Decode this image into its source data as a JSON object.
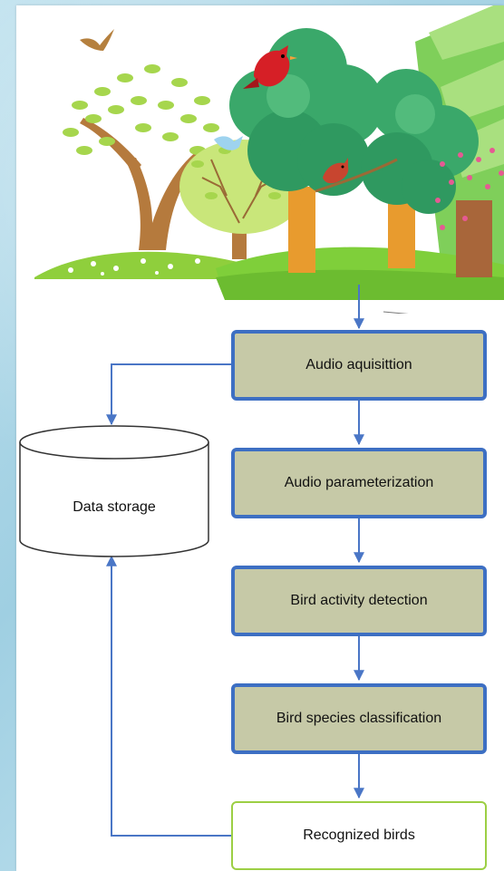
{
  "diagram": {
    "nodes": [
      {
        "id": "audio_acquisition",
        "label": "Audio aquisittion"
      },
      {
        "id": "audio_parameterization",
        "label": "Audio parameterization"
      },
      {
        "id": "bird_activity_detection",
        "label": "Bird activity detection"
      },
      {
        "id": "bird_species_classification",
        "label": "Bird species classification"
      },
      {
        "id": "recognized_birds",
        "label": "Recognized birds"
      },
      {
        "id": "data_storage",
        "label": "Data storage"
      }
    ],
    "edges": [
      [
        "forest_scene",
        "audio_acquisition"
      ],
      [
        "audio_acquisition",
        "audio_parameterization"
      ],
      [
        "audio_parameterization",
        "bird_activity_detection"
      ],
      [
        "bird_activity_detection",
        "bird_species_classification"
      ],
      [
        "bird_species_classification",
        "recognized_birds"
      ],
      [
        "audio_acquisition",
        "data_storage"
      ],
      [
        "recognized_birds",
        "data_storage"
      ]
    ],
    "colors": {
      "process_fill": "#c6c9a7",
      "process_border": "#3d6fc3",
      "result_border": "#9ccf44",
      "arrow": "#4a76c6"
    }
  }
}
